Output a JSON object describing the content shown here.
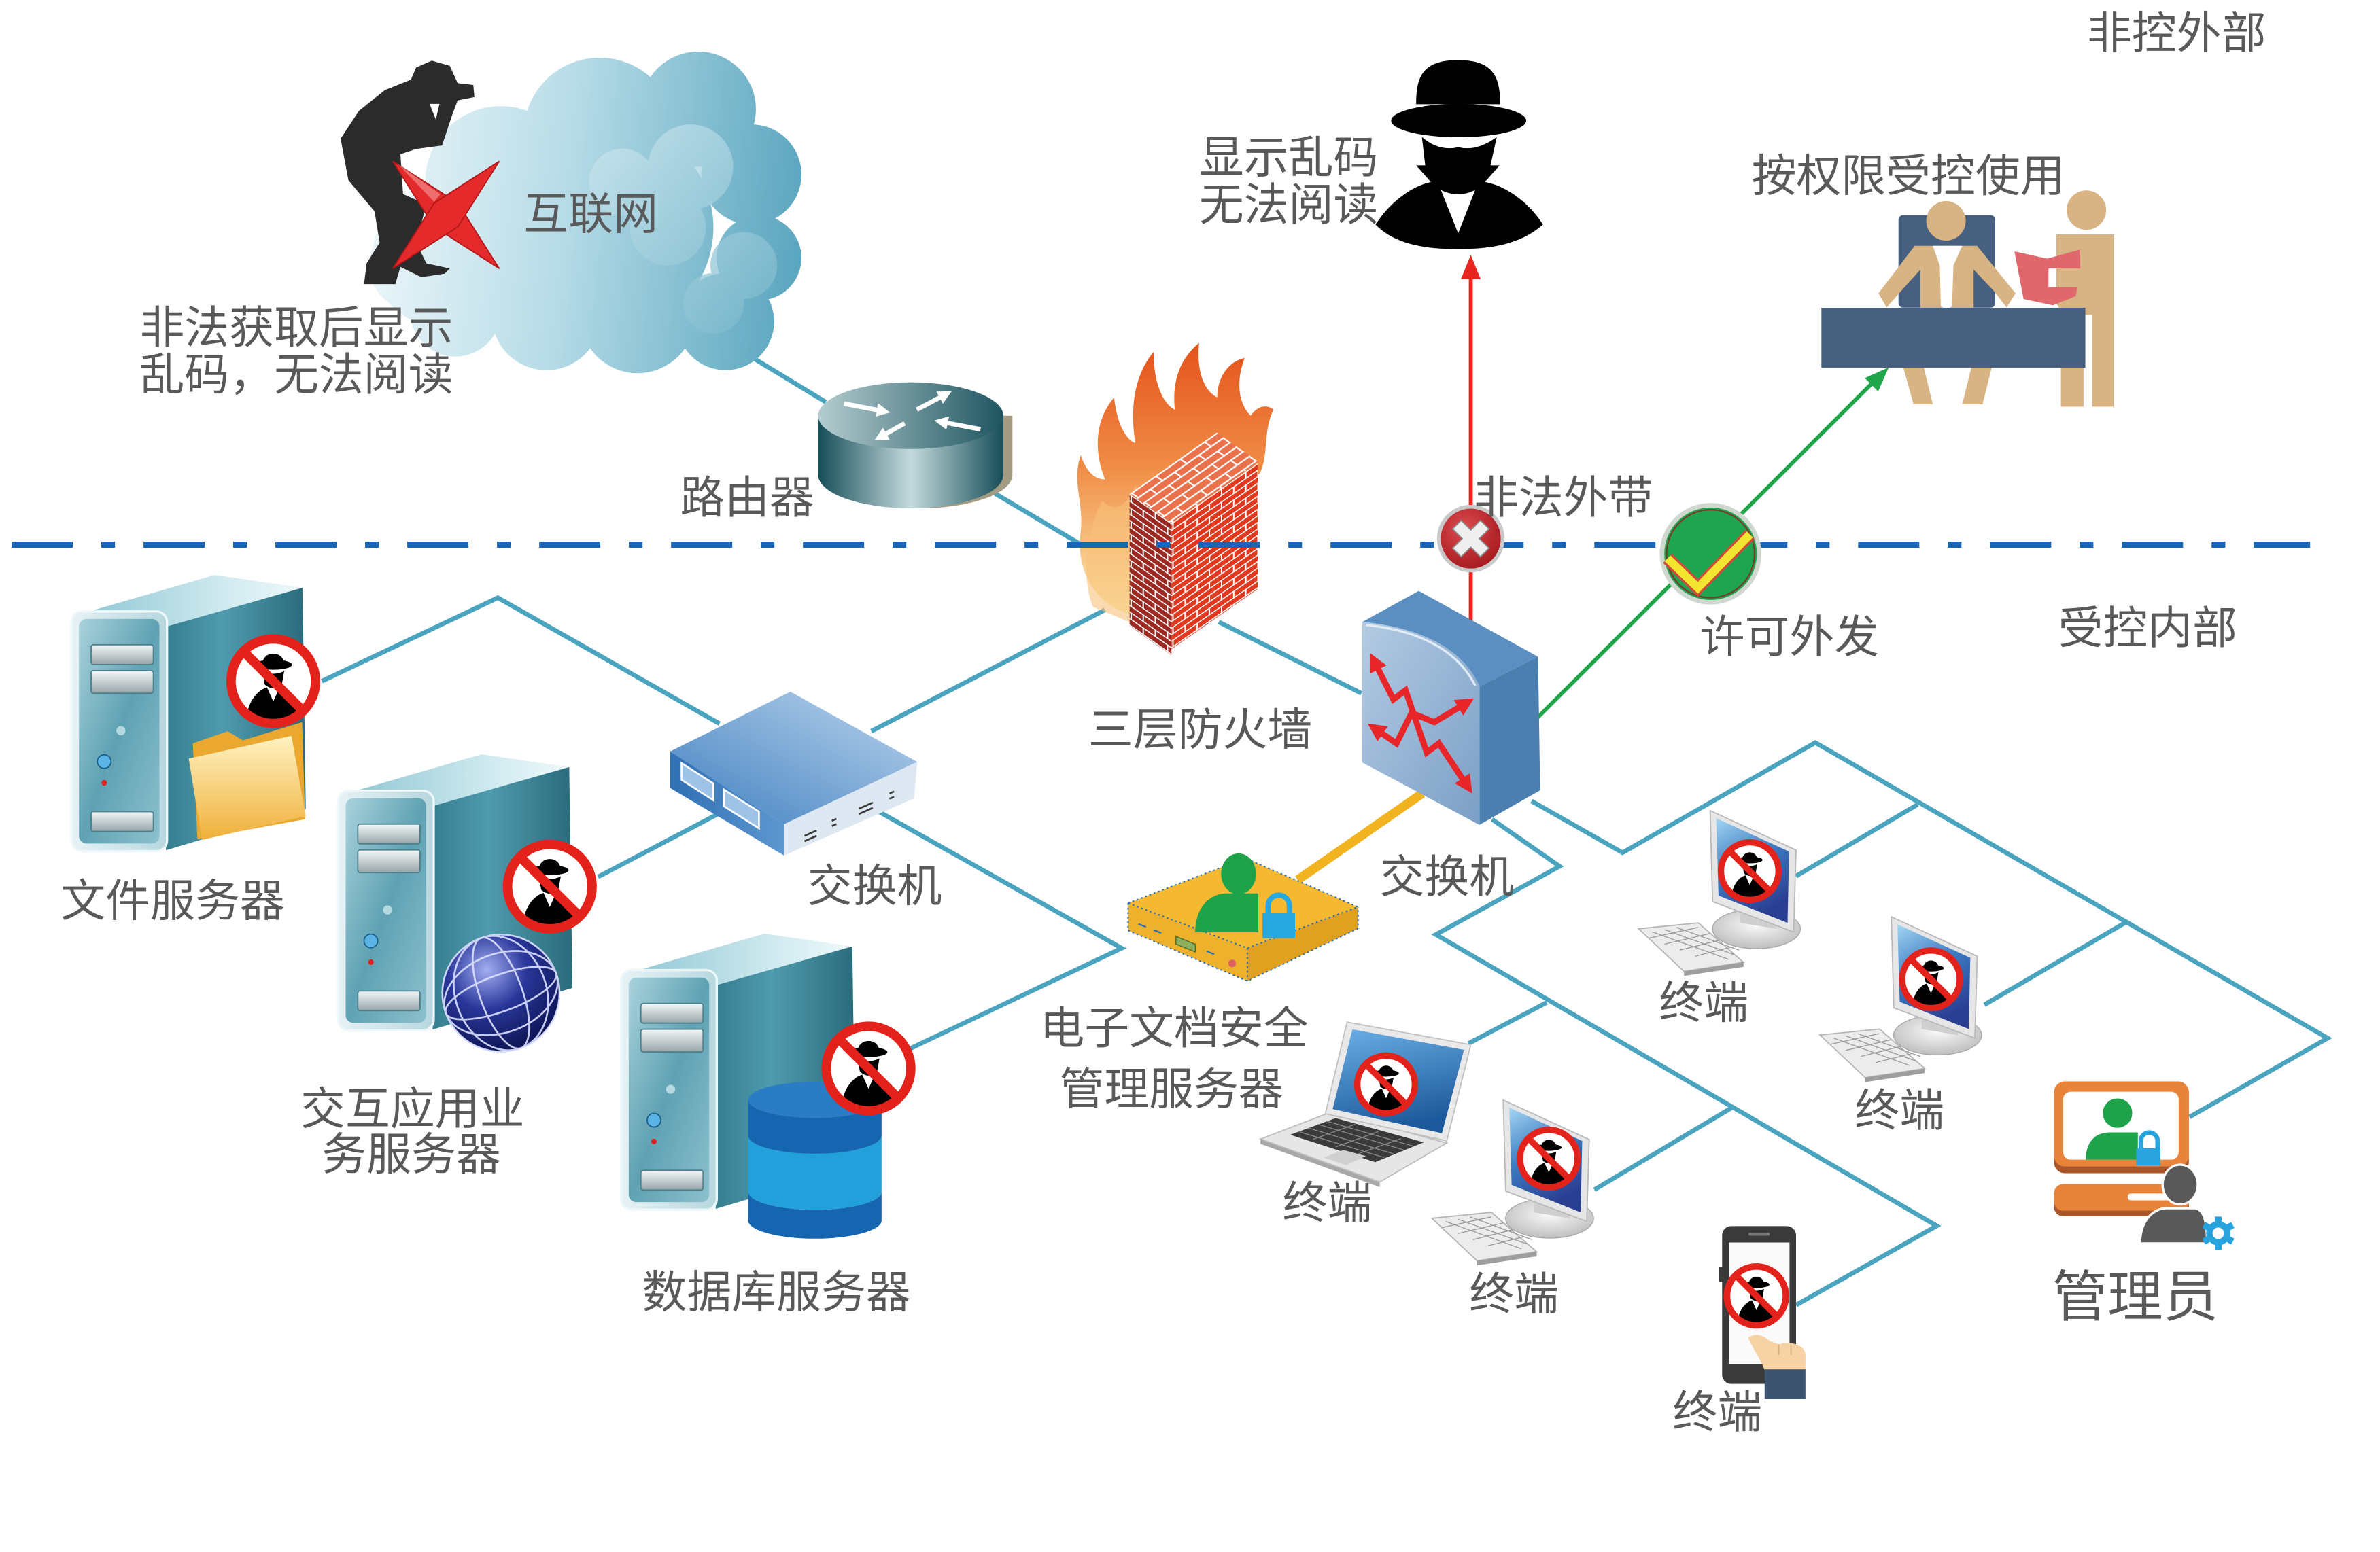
{
  "zones": {
    "external": "非控外部",
    "internal": "受控内部"
  },
  "internet": {
    "label": "互联网",
    "eavesdropper_note": [
      "非法获取后显示",
      "乱码，无法阅读"
    ]
  },
  "external_attacker": {
    "note": [
      "显示乱码",
      "无法阅读"
    ]
  },
  "authorized_party": {
    "note": "按权限受控使用"
  },
  "router": {
    "label": "路由器"
  },
  "firewall": {
    "label": "三层防火墙"
  },
  "flows": {
    "exfiltration": {
      "label": "非法外带",
      "result": "blocked",
      "icon": "x-circle-icon"
    },
    "outbound": {
      "label": "许可外发",
      "result": "permitted",
      "icon": "check-circle-icon"
    }
  },
  "switches": {
    "server_switch": {
      "label": "交换机"
    },
    "core_switch": {
      "label": "交换机"
    }
  },
  "servers": {
    "file": {
      "label": [
        "文件服务器"
      ],
      "badge": "no-entry-hacker-icon",
      "overlay": "folder-icon"
    },
    "application": {
      "label": [
        "交互应用业",
        "务服务器"
      ],
      "badge": "no-entry-hacker-icon",
      "overlay": "globe-icon"
    },
    "database": {
      "label": [
        "数据库服务器"
      ],
      "badge": "no-entry-hacker-icon",
      "overlay": "database-icon"
    }
  },
  "document_security_server": {
    "label": [
      "电子文档安全",
      "管理服务器"
    ]
  },
  "terminals": [
    {
      "label": "终端",
      "device": "laptop"
    },
    {
      "label": "终端",
      "device": "desktop"
    },
    {
      "label": "终端",
      "device": "desktop"
    },
    {
      "label": "终端",
      "device": "desktop"
    },
    {
      "label": "终端",
      "device": "smartphone"
    }
  ],
  "administrator": {
    "label": "管理员"
  },
  "colors": {
    "label_text": "#595959",
    "network_link": "#4aa3bf",
    "zone_boundary": "#1a66b5",
    "blocked_flow": "#e8261f",
    "permitted_flow": "#1fa54a",
    "security_link": "#f2b321"
  }
}
